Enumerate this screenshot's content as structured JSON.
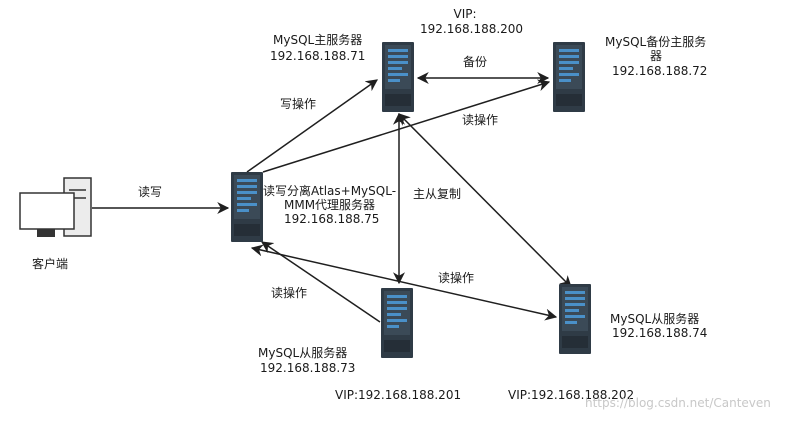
{
  "vip_top": {
    "label": "VIP:",
    "ip": "192.168.188.200"
  },
  "nodes": {
    "mysql_master": {
      "name": "MySQL主服务器",
      "ip": "192.168.188.71"
    },
    "mysql_backup_master": {
      "name_line1": "MySQL备份主服务",
      "name_line2": "器",
      "ip": "192.168.188.72"
    },
    "proxy": {
      "name_line1": "读写分离Atlas+MySQL-",
      "name_line2": "MMM代理服务器",
      "ip": "192.168.188.75"
    },
    "client": {
      "name": "客户端"
    },
    "mysql_slave_73": {
      "name": "MySQL从服务器",
      "ip": "192.168.188.73",
      "vip": "VIP:192.168.188.201"
    },
    "mysql_slave_74": {
      "name": "MySQL从服务器",
      "ip": "192.168.188.74",
      "vip": "VIP:192.168.188.202"
    }
  },
  "edges": {
    "client_proxy": "读写",
    "proxy_master": "写操作",
    "master_backup": "备份",
    "proxy_backup": "读操作",
    "master_slaves": "主从复制",
    "proxy_slave74": "读操作",
    "proxy_slave73": "读操作"
  },
  "watermark": "https://blog.csdn.net/Canteven",
  "colors": {
    "line": "#1f1f1f",
    "server_body": "#2f3b46",
    "server_slot": "#4a90c8"
  }
}
